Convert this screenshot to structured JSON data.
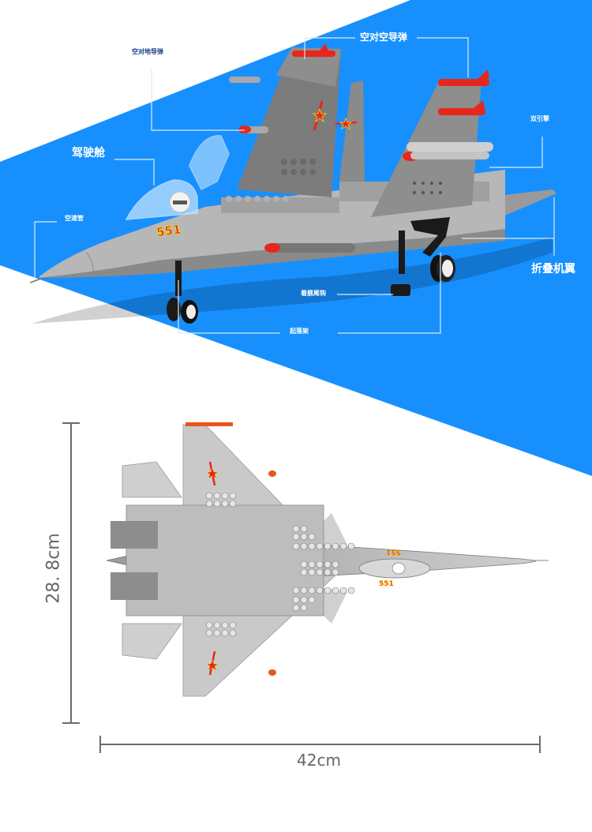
{
  "colors": {
    "blue_background": "#1790fe",
    "callout_line": "#dde9f7",
    "plane_gray": "#a9a9a9",
    "missile_red": "#e8261c",
    "number_yellow": "#f7e500",
    "ruler_gray": "#6b6b6b"
  },
  "side_view": {
    "callouts": [
      {
        "id": "air-to-ground-missile",
        "label": "空对地导弹"
      },
      {
        "id": "air-to-air-missile",
        "label": "空对空导弹"
      },
      {
        "id": "cockpit",
        "label": "驾驶舱"
      },
      {
        "id": "twin-engines",
        "label": "双引擎"
      },
      {
        "id": "pitot-tube",
        "label": "空速管"
      },
      {
        "id": "folding-wings",
        "label": "折叠机翼"
      },
      {
        "id": "tail-hook",
        "label": "着舰尾钩"
      },
      {
        "id": "landing-gear",
        "label": "起落架"
      }
    ],
    "tail_number": "551"
  },
  "top_view": {
    "tail_number": "551",
    "height_dimension": "28. 8cm",
    "length_dimension": "42cm"
  }
}
